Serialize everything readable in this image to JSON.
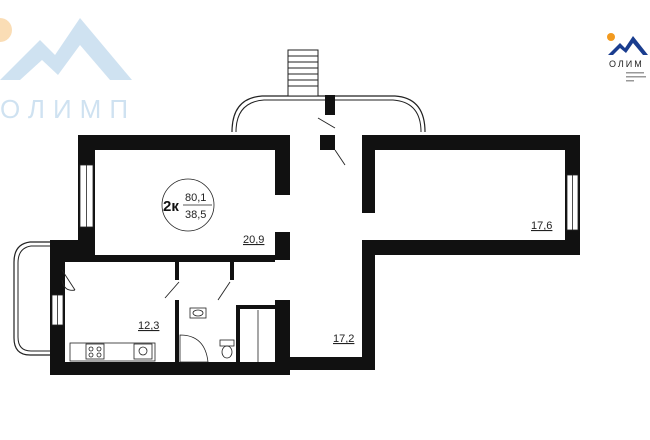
{
  "logo_main": {
    "text": "ОЛИМП"
  },
  "logo_corner": {
    "text": "ОЛИМ"
  },
  "apartment": {
    "rooms_label": "2к",
    "total_area": "80,1",
    "living_area": "38,5"
  },
  "rooms": {
    "living_room": "20,9",
    "bedroom": "17,6",
    "kitchen": "12,3",
    "hall": "17,2"
  },
  "colors": {
    "wall": "#111111",
    "logo_blue": "#1a3d8f",
    "logo_orange": "#f29a1f",
    "faded_blue": "#b8d4ea"
  }
}
